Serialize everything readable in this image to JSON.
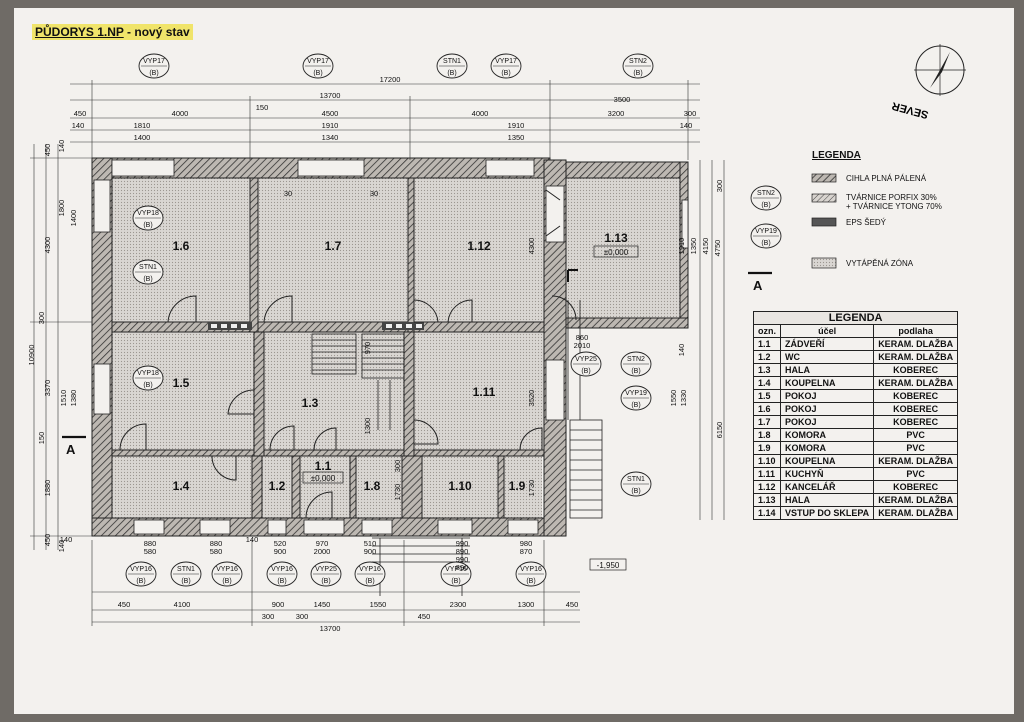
{
  "title": {
    "plan": "PŮDORYS 1.NP",
    "sep": " - ",
    "state": "nový stav"
  },
  "north": {
    "label": "SEVER"
  },
  "legend_materials": {
    "heading": "LEGENDA",
    "items": [
      "CIHLA PLNÁ PÁLENÁ",
      "TVÁRNICE PORFIX 30%",
      "+ TVÁRNICE YTONG 70%",
      "EPS ŠEDÝ",
      "VYTÁPĚNÁ ZÓNA"
    ]
  },
  "rooms_table": {
    "heading": "LEGENDA",
    "columns": [
      "ozn.",
      "účel",
      "podlaha"
    ],
    "rows": [
      [
        "1.1",
        "ZÁDVEŘÍ",
        "KERAM. DLAŽBA"
      ],
      [
        "1.2",
        "WC",
        "KERAM. DLAŽBA"
      ],
      [
        "1.3",
        "HALA",
        "KOBEREC"
      ],
      [
        "1.4",
        "KOUPELNA",
        "KERAM. DLAŽBA"
      ],
      [
        "1.5",
        "POKOJ",
        "KOBEREC"
      ],
      [
        "1.6",
        "POKOJ",
        "KOBEREC"
      ],
      [
        "1.7",
        "POKOJ",
        "KOBEREC"
      ],
      [
        "1.8",
        "KOMORA",
        "PVC"
      ],
      [
        "1.9",
        "KOMORA",
        "PVC"
      ],
      [
        "1.10",
        "KOUPELNA",
        "KERAM. DLAŽBA"
      ],
      [
        "1.11",
        "KUCHYŇ",
        "PVC"
      ],
      [
        "1.12",
        "KANCELÁŘ",
        "KOBEREC"
      ],
      [
        "1.13",
        "HALA",
        "KERAM. DLAŽBA"
      ],
      [
        "1.14",
        "VSTUP DO SKLEPA",
        "KERAM. DLAŽBA"
      ]
    ]
  },
  "room_labels": [
    "1.6",
    "1.7",
    "1.12",
    "1.13",
    "1.5",
    "1.3",
    "1.11",
    "1.4",
    "1.2",
    "1.1",
    "1.8",
    "1.10",
    "1.9"
  ],
  "levels": {
    "room_1_13": "±0,000",
    "room_1_1": "±0,000",
    "outside": "-1,950"
  },
  "section_mark": "A",
  "tags": {
    "top": [
      [
        "VYP17",
        "(B)"
      ],
      [
        "VYP17",
        "(B)"
      ],
      [
        "STN1",
        "(B)"
      ],
      [
        "VYP17",
        "(B)"
      ],
      [
        "STN2",
        "(B)"
      ]
    ],
    "left": [
      [
        "VYP18",
        "(B)"
      ],
      [
        "STN1",
        "(B)"
      ],
      [
        "VYP18",
        "(B)"
      ]
    ],
    "right": [
      [
        "STN2",
        "(B)"
      ],
      [
        "VYP19",
        "(B)"
      ],
      [
        "STN2",
        "(B)"
      ],
      [
        "VYP25",
        "(B)"
      ],
      [
        "VYP19",
        "(B)"
      ],
      [
        "STN1",
        "(B)"
      ]
    ],
    "bottom": [
      [
        "VYP16",
        "(B)"
      ],
      [
        "STN1",
        "(B)"
      ],
      [
        "VYP16",
        "(B)"
      ],
      [
        "VYP16",
        "(B)"
      ],
      [
        "VYP25",
        "(B)"
      ],
      [
        "VYP16",
        "(B)"
      ],
      [
        "VYP16",
        "(B)"
      ],
      [
        "VYP16",
        "(B)"
      ]
    ]
  },
  "dims": {
    "top_overall": "17200",
    "top_second": "13700",
    "top_chain": [
      "450",
      "4000",
      "150",
      "4500",
      "4000",
      "3500",
      "3200",
      "300"
    ],
    "top_windows": [
      "1810",
      "1400",
      "1910",
      "1340",
      "1910",
      "1350"
    ],
    "top_small": [
      "140",
      "30",
      "30",
      "140"
    ],
    "left_chain": [
      "450",
      "1800",
      "1400",
      "4300",
      "300",
      "3370",
      "1510",
      "1380",
      "150",
      "1880",
      "450"
    ],
    "left_overall": "10900",
    "left_small": [
      "140",
      "140"
    ],
    "right_chain": [
      "300",
      "1910",
      "1350",
      "4150",
      "4750",
      "6150",
      "1550",
      "1330",
      "140"
    ],
    "mid_dims": [
      "4300",
      "3520",
      "970",
      "860",
      "2010",
      "1300",
      "1730",
      "300",
      "1730"
    ],
    "bottom_windows": [
      "880",
      "580",
      "880",
      "580",
      "520",
      "900",
      "970",
      "2000",
      "510",
      "900",
      "990",
      "890",
      "990",
      "890",
      "980",
      "870"
    ],
    "bottom_small": [
      "140",
      "140"
    ],
    "bottom_chain": [
      "450",
      "4100",
      "900",
      "1450",
      "1550",
      "2300",
      "1300",
      "450"
    ],
    "bottom_chain2": [
      "300",
      "300",
      "450"
    ],
    "bottom_overall": "13700"
  }
}
